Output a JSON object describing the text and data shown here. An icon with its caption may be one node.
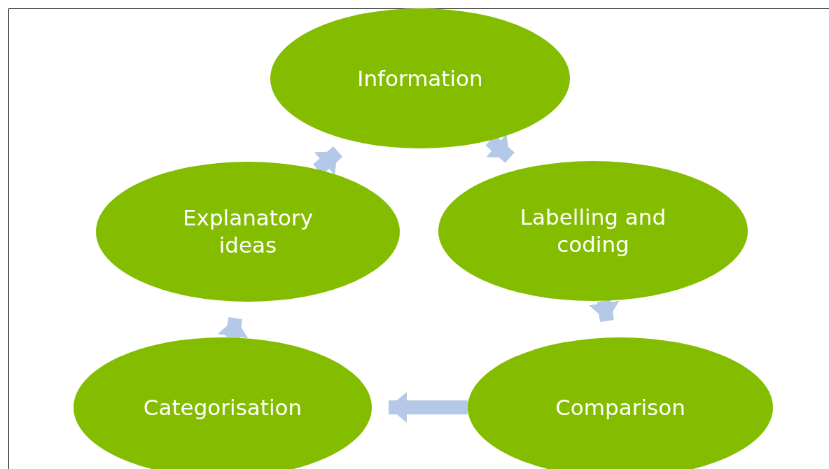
{
  "diagram": {
    "nodes": [
      {
        "text": [
          "Information"
        ]
      },
      {
        "text": [
          "Labelling and coding"
        ]
      },
      {
        "text": [
          "Comparison"
        ]
      },
      {
        "text": [
          "Categorisation"
        ]
      },
      {
        "text": [
          "Explanatory ideas"
        ]
      }
    ],
    "edges": [
      {
        "from": 0,
        "to": 1,
        "arrow": "to"
      },
      {
        "from": 1,
        "to": 2,
        "arrow": "to"
      },
      {
        "from": 2,
        "to": 3,
        "arrow": "to"
      },
      {
        "from": 3,
        "to": 4,
        "arrow": "to"
      },
      {
        "from": 4,
        "to": 0,
        "arrow": "to"
      }
    ]
  }
}
